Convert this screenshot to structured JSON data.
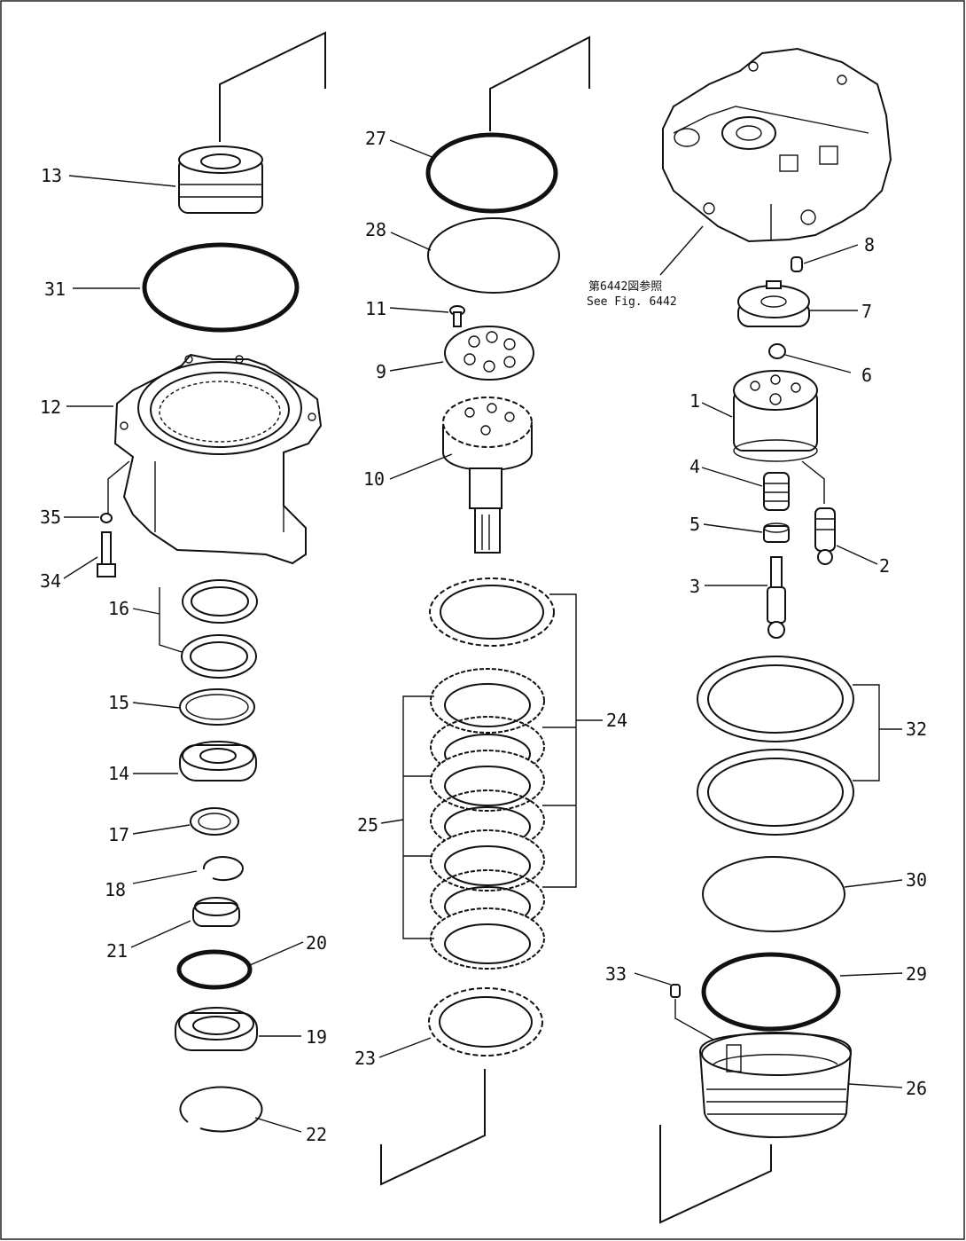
{
  "diagram": {
    "reference_note_jp": "第6442図参照",
    "reference_note_en": "See Fig. 6442",
    "part_labels": [
      "1",
      "2",
      "3",
      "4",
      "5",
      "6",
      "7",
      "8",
      "9",
      "10",
      "11",
      "12",
      "13",
      "14",
      "15",
      "16",
      "17",
      "18",
      "19",
      "20",
      "21",
      "22",
      "23",
      "24",
      "25",
      "26",
      "27",
      "28",
      "29",
      "30",
      "31",
      "32",
      "33",
      "34",
      "35"
    ]
  }
}
